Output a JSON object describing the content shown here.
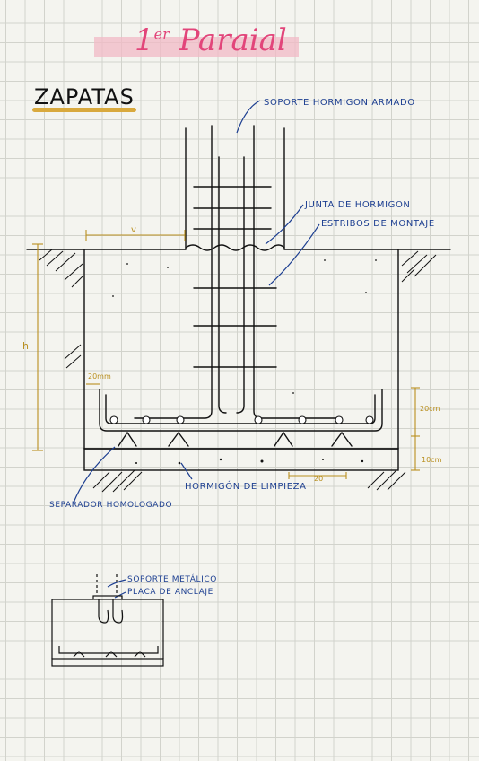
{
  "header": {
    "title": "Paraial",
    "title_prefix": "1",
    "title_sup": "er"
  },
  "section": {
    "title": "ZAPATAS"
  },
  "labels": {
    "soporte_hormigon": "SOPORTE HORMIGON ARMADO",
    "junta": "JUNTA DE HORMIGON",
    "estribos": "ESTRIBOS DE MONTAJE",
    "hormigon_limpieza": "HORMIGÓN DE LIMPIEZA",
    "separador": "SEPARADOR HOMOLOGADO",
    "soporte_metalico": "SOPORTE METÁLICO",
    "placa_anclaje": "PLACA DE ANCLAJE"
  },
  "dimensions": {
    "v": "v",
    "h": "h",
    "cover": "20mm",
    "cm20": "20cm",
    "cm10": "10cm",
    "n20": "20"
  },
  "colors": {
    "pen": "#111111",
    "blue": "#1d3f91",
    "gold": "#b98f1f",
    "pink": "#e2457a",
    "highlight": "#f1b9c6"
  }
}
